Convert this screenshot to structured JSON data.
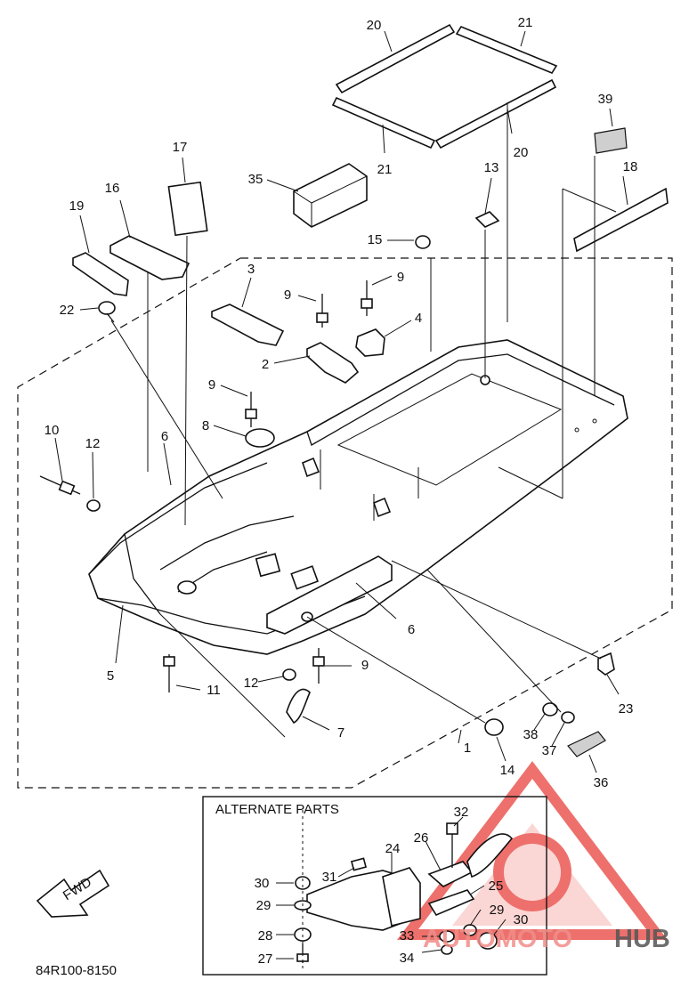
{
  "diagram_code": "84R100-8150",
  "alternate_parts_title": "ALTERNATE PARTS",
  "fwd_label": "FWD",
  "watermark": {
    "text_a": "AUTOMOTO",
    "text_b": "HUB",
    "color": "#e8413c"
  },
  "callouts": {
    "c20a": "20",
    "c21a": "21",
    "c20b": "20",
    "c21b": "21",
    "c39": "39",
    "c18": "18",
    "c17": "17",
    "c16": "16",
    "c19": "19",
    "c35": "35",
    "c13": "13",
    "c15": "15",
    "c3": "3",
    "c9a": "9",
    "c9b": "9",
    "c4": "4",
    "c22": "22",
    "c2": "2",
    "c9c": "9",
    "c8": "8",
    "c10": "10",
    "c12a": "12",
    "c6a": "6",
    "c6b": "6",
    "c5": "5",
    "c11": "11",
    "c12b": "12",
    "c9d": "9",
    "c23": "23",
    "c7": "7",
    "c1": "1",
    "c38": "38",
    "c37": "37",
    "c14": "14",
    "c36": "36",
    "c32": "32",
    "c26": "26",
    "c24": "24",
    "c31": "31",
    "c30a": "30",
    "c25": "25",
    "c29a": "29",
    "c29b": "29",
    "c30b": "30",
    "c28": "28",
    "c33": "33",
    "c27": "27",
    "c34": "34"
  }
}
